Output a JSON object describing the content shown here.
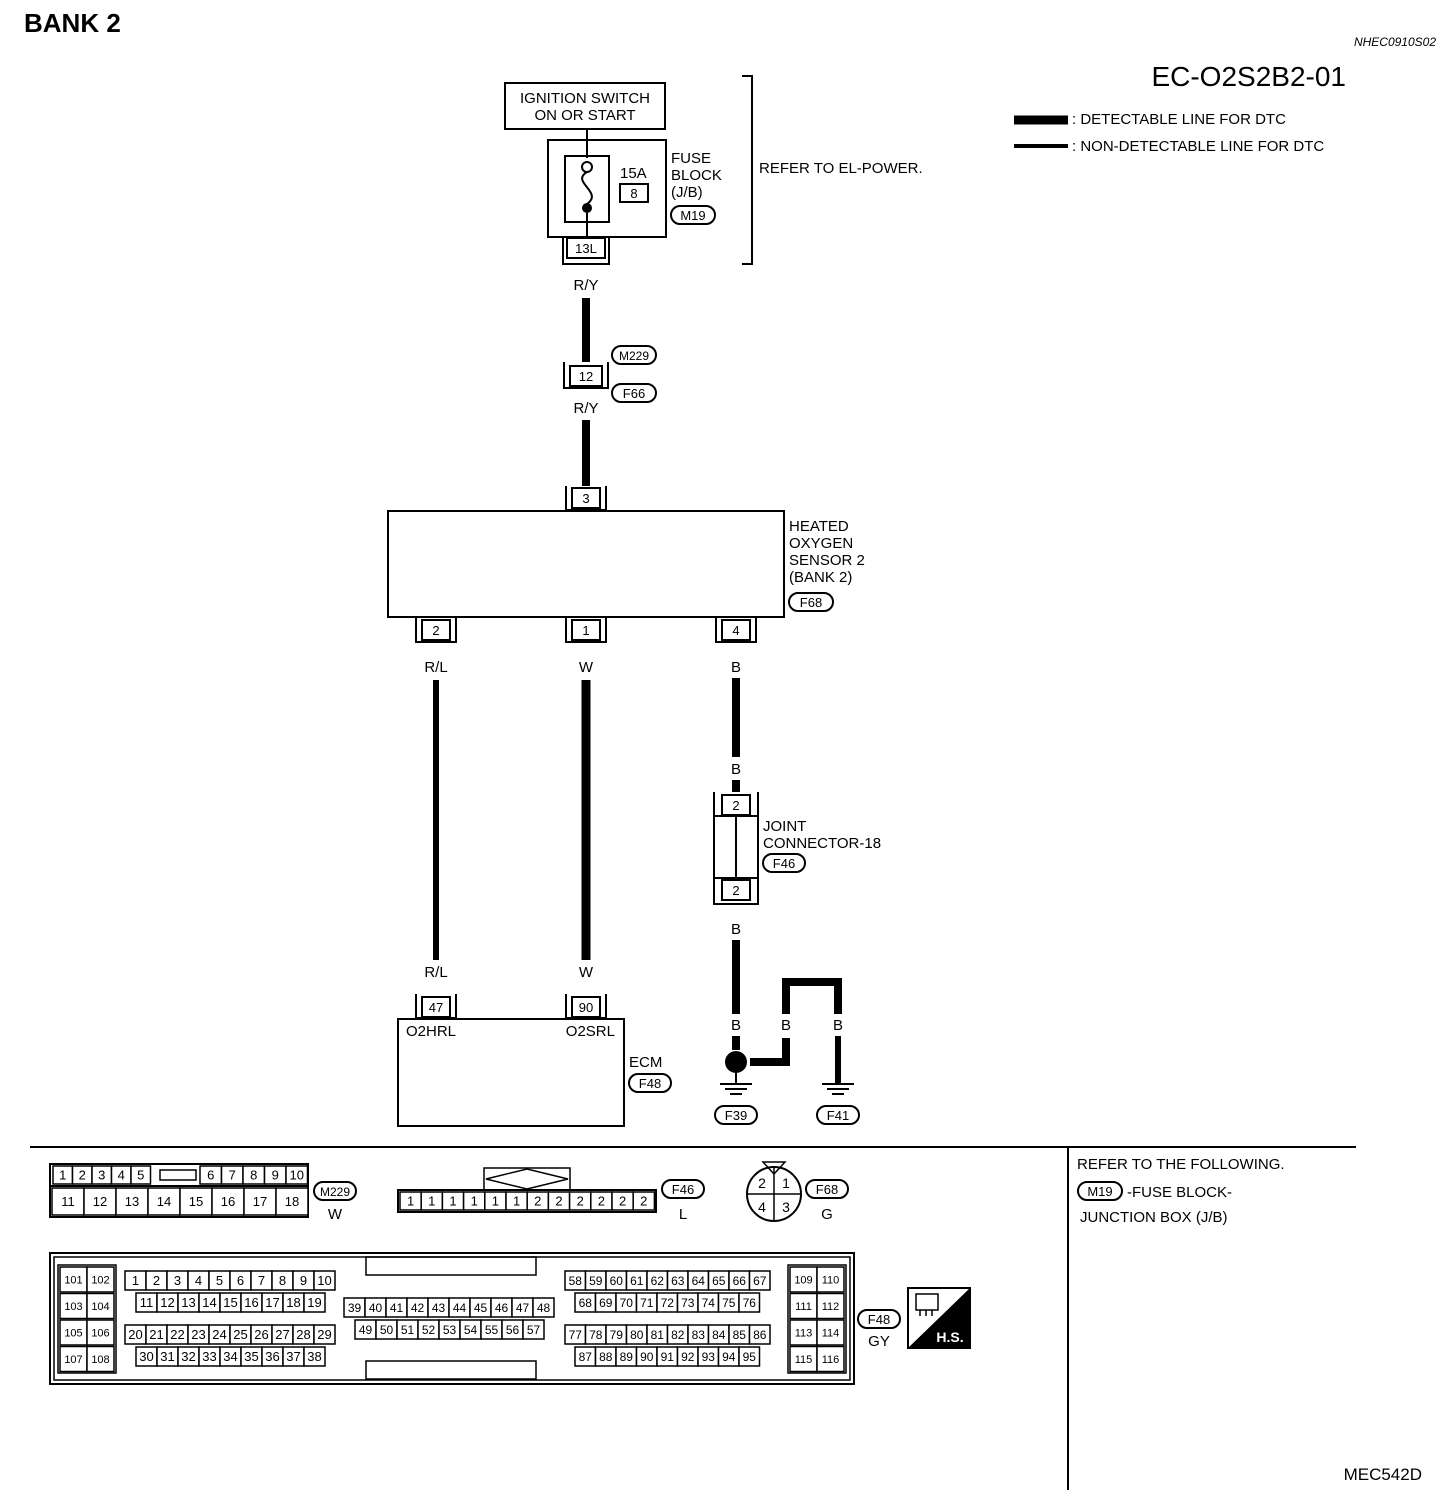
{
  "page": {
    "section_title": "BANK 2",
    "code_ref": "NHEC0910S02",
    "diagram_id": "EC-O2S2B2-01",
    "footer_code": "MEC542D"
  },
  "legend": {
    "detectable": ": DETECTABLE LINE FOR DTC",
    "non_detectable": ": NON-DETECTABLE LINE FOR DTC"
  },
  "power": {
    "ignition_line1": "IGNITION SWITCH",
    "ignition_line2": "ON OR START",
    "fuse_rating": "15A",
    "fuse_number": "8",
    "fuse_label_1": "FUSE",
    "fuse_label_2": "BLOCK",
    "fuse_label_3": "(J/B)",
    "fuse_connector": "M19",
    "fuse_terminal": "13L",
    "refer_el_power": "REFER TO EL-POWER."
  },
  "wires": {
    "ry": "R/Y",
    "rl": "R/L",
    "w": "W",
    "b": "B"
  },
  "harness": {
    "terminal": "12",
    "connector_a": "M229",
    "connector_b": "F66"
  },
  "sensor": {
    "line1": "HEATED",
    "line2": "OXYGEN",
    "line3": "SENSOR 2",
    "line4": "(BANK 2)",
    "connector": "F68",
    "pin_power": "3",
    "pin_heater": "2",
    "pin_signal": "1",
    "pin_ground": "4"
  },
  "joint": {
    "line1": "JOINT",
    "line2": "CONNECTOR-18",
    "connector": "F46",
    "pin_top": "2",
    "pin_bottom": "2"
  },
  "ecm": {
    "label": "ECM",
    "connector": "F48",
    "pin_heater": "47",
    "pin_signal": "90",
    "heater_signal_name": "O2HRL",
    "sensor_signal_name": "O2SRL"
  },
  "grounds": {
    "g1": "F39",
    "g2": "F41"
  },
  "connectors": {
    "m229": {
      "name": "M229",
      "color": "W",
      "row1": [
        "1",
        "2",
        "3",
        "4",
        "5",
        "6",
        "7",
        "8",
        "9",
        "10"
      ],
      "row2": [
        "11",
        "12",
        "13",
        "14",
        "15",
        "16",
        "17",
        "18"
      ]
    },
    "f46": {
      "name": "F46",
      "color": "L",
      "pins": [
        "1",
        "1",
        "1",
        "1",
        "1",
        "1",
        "2",
        "2",
        "2",
        "2",
        "2",
        "2"
      ]
    },
    "f68": {
      "name": "F68",
      "color": "G",
      "pins": [
        "2",
        "1",
        "4",
        "3"
      ]
    },
    "f48": {
      "name": "F48",
      "color": "GY",
      "left_pairs": [
        [
          "101",
          "102"
        ],
        [
          "103",
          "104"
        ],
        [
          "105",
          "106"
        ],
        [
          "107",
          "108"
        ]
      ],
      "r1": [
        "1",
        "2",
        "3",
        "4",
        "5",
        "6",
        "7",
        "8",
        "9",
        "10"
      ],
      "r2": [
        "11",
        "12",
        "13",
        "14",
        "15",
        "16",
        "17",
        "18",
        "19"
      ],
      "r3": [
        "20",
        "21",
        "22",
        "23",
        "24",
        "25",
        "26",
        "27",
        "28",
        "29"
      ],
      "r4": [
        "30",
        "31",
        "32",
        "33",
        "34",
        "35",
        "36",
        "37",
        "38"
      ],
      "m1": [
        "39",
        "40",
        "41",
        "42",
        "43",
        "44",
        "45",
        "46",
        "47",
        "48"
      ],
      "m2": [
        "49",
        "50",
        "51",
        "52",
        "53",
        "54",
        "55",
        "56",
        "57"
      ],
      "q1": [
        "58",
        "59",
        "60",
        "61",
        "62",
        "63",
        "64",
        "65",
        "66",
        "67"
      ],
      "q2": [
        "68",
        "69",
        "70",
        "71",
        "72",
        "73",
        "74",
        "75",
        "76"
      ],
      "q3": [
        "77",
        "78",
        "79",
        "80",
        "81",
        "82",
        "83",
        "84",
        "85",
        "86"
      ],
      "q4": [
        "87",
        "88",
        "89",
        "90",
        "91",
        "92",
        "93",
        "94",
        "95"
      ],
      "right_pairs": [
        [
          "109",
          "110"
        ],
        [
          "111",
          "112"
        ],
        [
          "113",
          "114"
        ],
        [
          "115",
          "116"
        ]
      ]
    }
  },
  "refer": {
    "title": "REFER TO THE FOLLOWING.",
    "connector": "M19",
    "desc1": "-FUSE BLOCK-",
    "desc2": "JUNCTION BOX (J/B)"
  },
  "hs_label": "H.S."
}
